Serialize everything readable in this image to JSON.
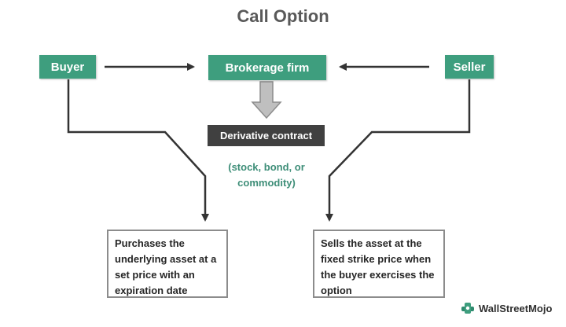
{
  "title": "Call Option",
  "nodes": {
    "buyer": "Buyer",
    "brokerage": "Brokerage firm",
    "seller": "Seller",
    "contract": "Derivative contract",
    "contract_note": "(stock, bond, or commodity)",
    "buyer_outcome": "Purchases the underlying asset at a set price with an expiration date",
    "seller_outcome": "Sells the asset at the fixed strike price when the buyer exercises the option"
  },
  "logo": {
    "text": "WallStreetMojo"
  },
  "colors": {
    "green": "#3e9e7e",
    "dark_box": "#404040",
    "note_text": "#3e8e78",
    "title": "#595959",
    "arrow": "#333333"
  }
}
